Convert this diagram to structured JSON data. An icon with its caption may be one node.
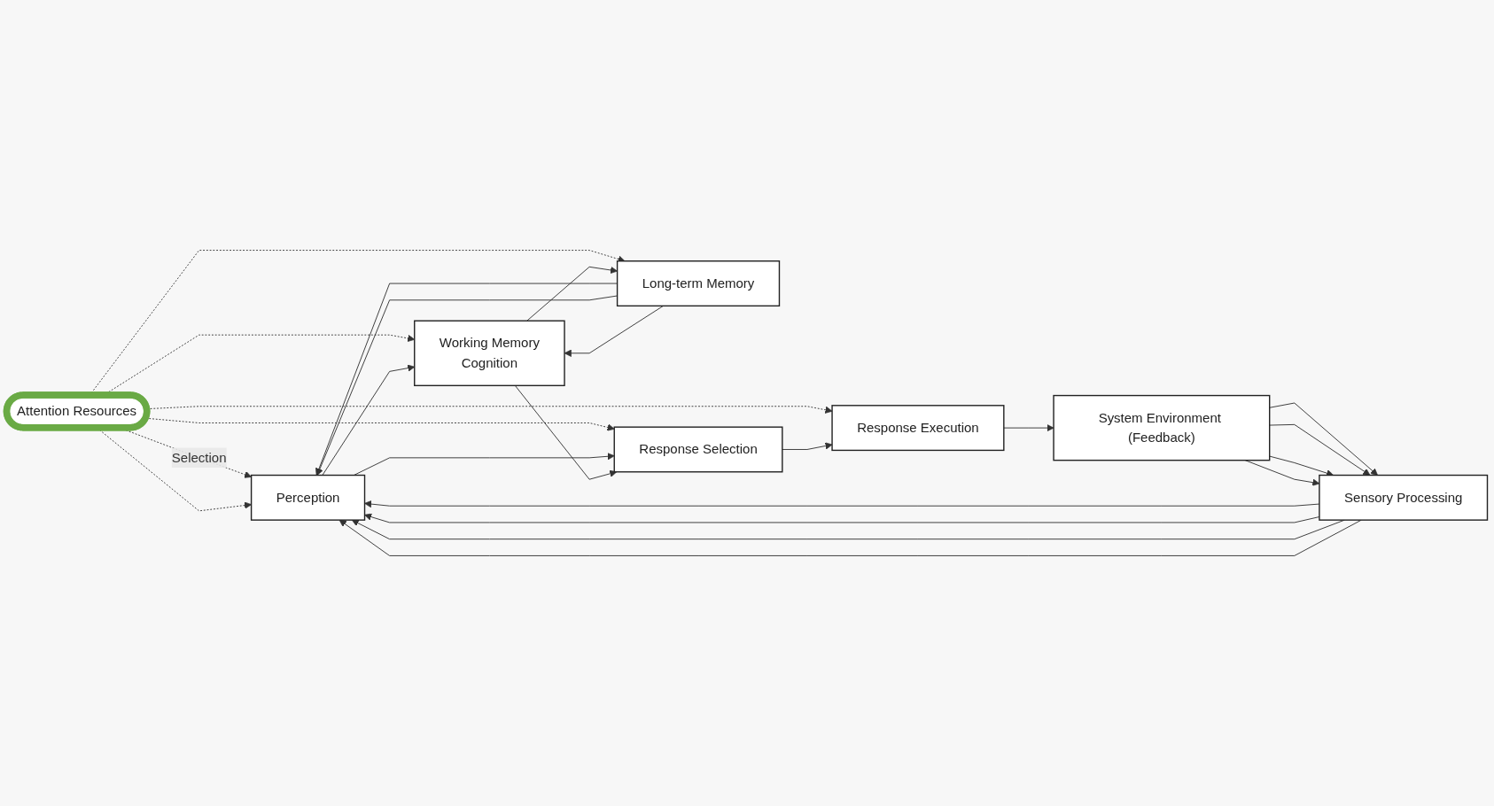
{
  "diagram": {
    "nodes": [
      {
        "text": [
          "Attention Resources"
        ]
      },
      {
        "text": [
          "Long-term Memory"
        ]
      },
      {
        "text": [
          "Working Memory",
          "Cognition"
        ]
      },
      {
        "text": [
          "Sensory Processing"
        ]
      },
      {
        "text": [
          "Perception"
        ]
      },
      {
        "text": [
          "Response Selection"
        ]
      },
      {
        "text": [
          "Response Execution"
        ]
      },
      {
        "text": [
          "System Environment (Feedback)"
        ]
      }
    ],
    "edges": [
      {
        "from": 0,
        "to": 4,
        "arrow": "to",
        "style": "dashed",
        "label": "Selection"
      },
      {
        "from": 0,
        "to": 4,
        "arrow": "to",
        "style": "dashed"
      },
      {
        "from": 0,
        "to": 2,
        "arrow": "to",
        "style": "dashed"
      },
      {
        "from": 0,
        "to": 1,
        "arrow": "to",
        "style": "dashed"
      },
      {
        "from": 0,
        "to": 5,
        "arrow": "to",
        "style": "dashed"
      },
      {
        "from": 0,
        "to": 6,
        "arrow": "to",
        "style": "dashed"
      },
      {
        "from": 1,
        "to": 4,
        "arrow": "to"
      },
      {
        "from": 1,
        "to": 4,
        "arrow": "to"
      },
      {
        "from": 1,
        "to": 2,
        "arrow": "to"
      },
      {
        "from": 2,
        "to": 1,
        "arrow": "to"
      },
      {
        "from": 7,
        "to": 3,
        "arrow": "to"
      },
      {
        "from": 7,
        "to": 3,
        "arrow": "to"
      },
      {
        "from": 7,
        "to": 3,
        "arrow": "to"
      },
      {
        "from": 7,
        "to": 3,
        "arrow": "to"
      },
      {
        "from": 3,
        "to": 4,
        "arrow": "to"
      },
      {
        "from": 3,
        "to": 4,
        "arrow": "to"
      },
      {
        "from": 3,
        "to": 4,
        "arrow": "to"
      },
      {
        "from": 3,
        "to": 4,
        "arrow": "to"
      },
      {
        "from": 4,
        "to": 2,
        "arrow": "to"
      },
      {
        "from": 4,
        "to": 5,
        "arrow": "to"
      },
      {
        "from": 2,
        "to": 5,
        "arrow": "to"
      },
      {
        "from": 5,
        "to": 6,
        "arrow": "to"
      },
      {
        "from": 6,
        "to": 7,
        "arrow": "to"
      }
    ]
  }
}
